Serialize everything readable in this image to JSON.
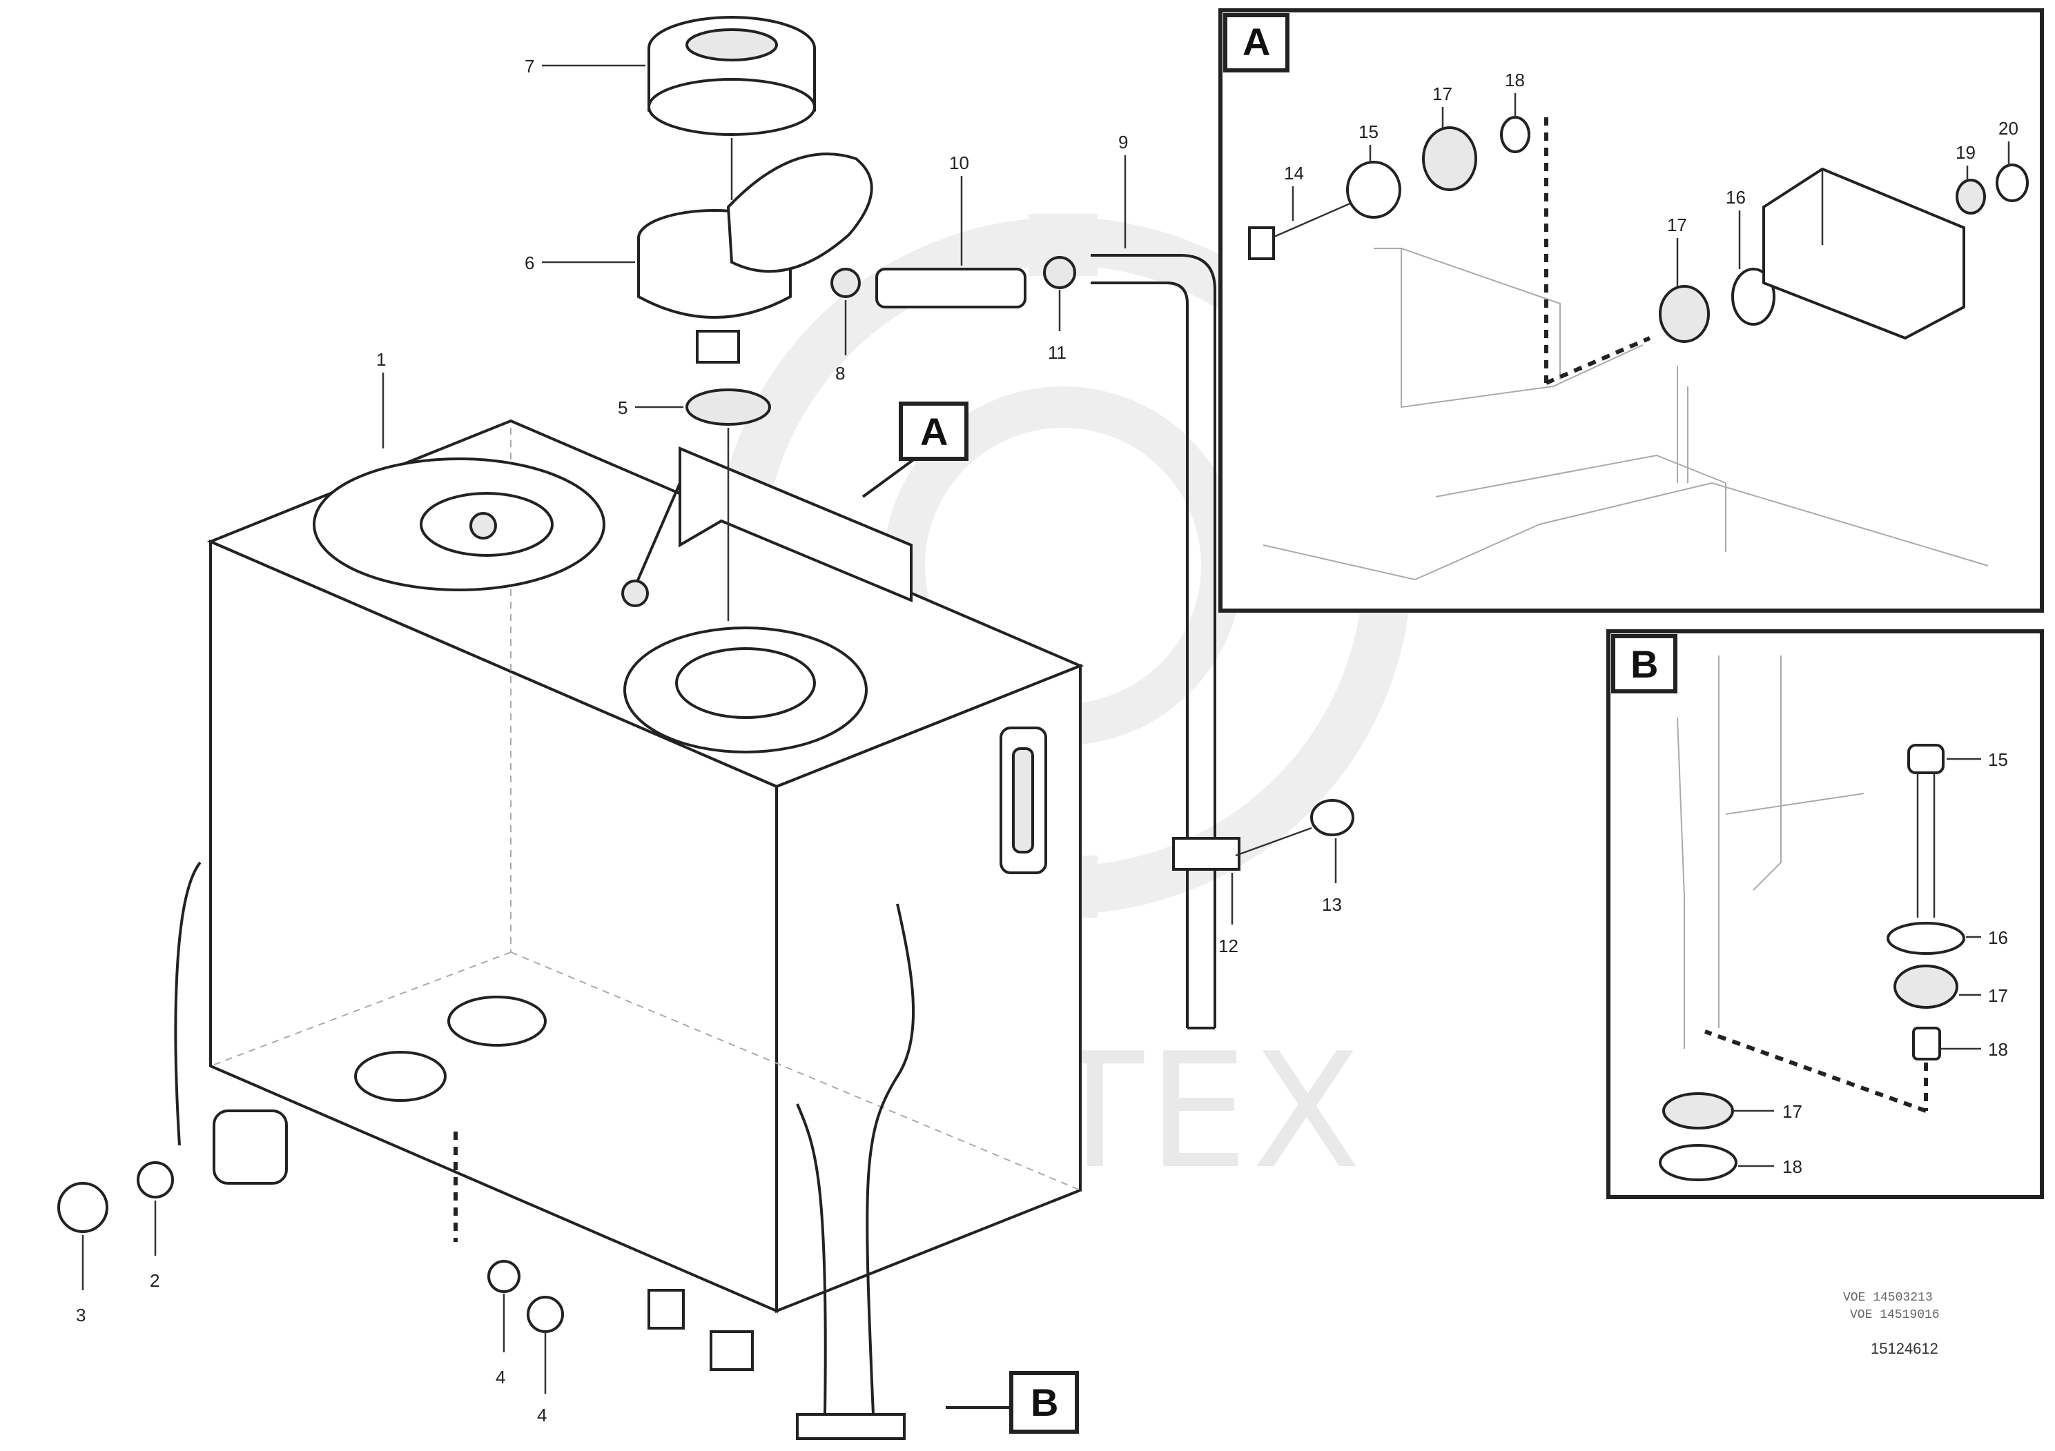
{
  "callouts": {
    "c_7": "7",
    "c_6": "6",
    "c_5": "5",
    "c_1": "1",
    "c_10": "10",
    "c_9": "9",
    "c_8": "8",
    "c_11": "11",
    "c_12": "12",
    "c_13": "13",
    "c_3": "3",
    "c_2": "2",
    "c_4a": "4",
    "c_4b": "4",
    "a_14": "14",
    "a_15": "15",
    "a_17a": "17",
    "a_18a": "18",
    "a_19": "19",
    "a_20": "20",
    "a_17b": "17",
    "a_16": "16",
    "b_15": "15",
    "b_16": "16",
    "b_17a": "17",
    "b_18a": "18",
    "b_17b": "17",
    "b_18b": "18"
  },
  "view_labels": {
    "view_a_marker": "A",
    "view_a_frame": "A",
    "view_b_marker": "B",
    "view_b_frame": "B"
  },
  "watermark": "VIHTEX",
  "reference": {
    "line1": "VOE 14503213",
    "line2": "VOE 14519016",
    "line3": "15124612"
  }
}
